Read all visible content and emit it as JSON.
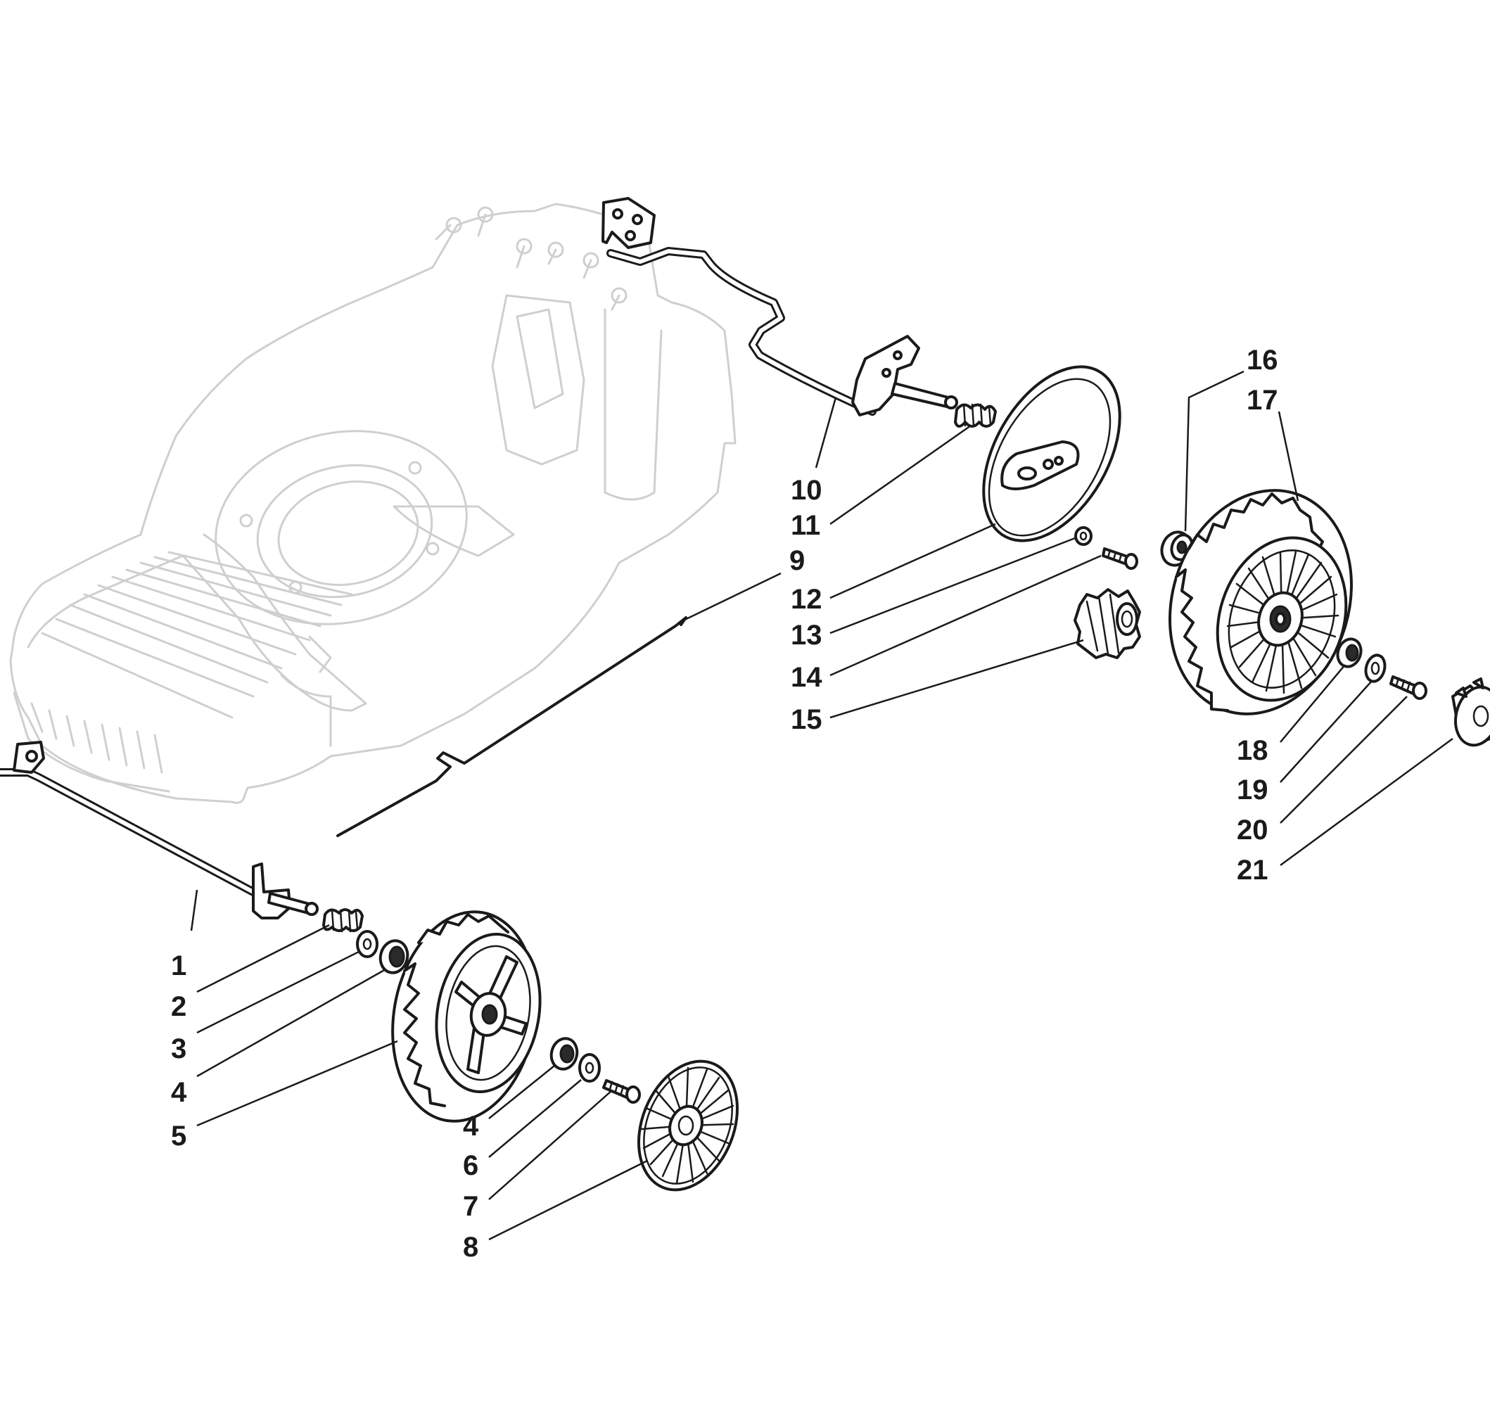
{
  "callouts": [
    {
      "id": "c1",
      "label": "1"
    },
    {
      "id": "c2",
      "label": "2"
    },
    {
      "id": "c3",
      "label": "3"
    },
    {
      "id": "c4a",
      "label": "4"
    },
    {
      "id": "c5",
      "label": "5"
    },
    {
      "id": "c4b",
      "label": "4"
    },
    {
      "id": "c6",
      "label": "6"
    },
    {
      "id": "c7",
      "label": "7"
    },
    {
      "id": "c8",
      "label": "8"
    },
    {
      "id": "c9",
      "label": "9"
    },
    {
      "id": "c10",
      "label": "10"
    },
    {
      "id": "c11",
      "label": "11"
    },
    {
      "id": "c12",
      "label": "12"
    },
    {
      "id": "c13",
      "label": "13"
    },
    {
      "id": "c14",
      "label": "14"
    },
    {
      "id": "c15",
      "label": "15"
    },
    {
      "id": "c16",
      "label": "16"
    },
    {
      "id": "c17",
      "label": "17"
    },
    {
      "id": "c18",
      "label": "18"
    },
    {
      "id": "c19",
      "label": "19"
    },
    {
      "id": "c20",
      "label": "20"
    },
    {
      "id": "c21",
      "label": "21"
    }
  ],
  "colors": {
    "line": "#1a1a1a",
    "deck_outline": "#cfcfcf",
    "background": "#ffffff"
  }
}
